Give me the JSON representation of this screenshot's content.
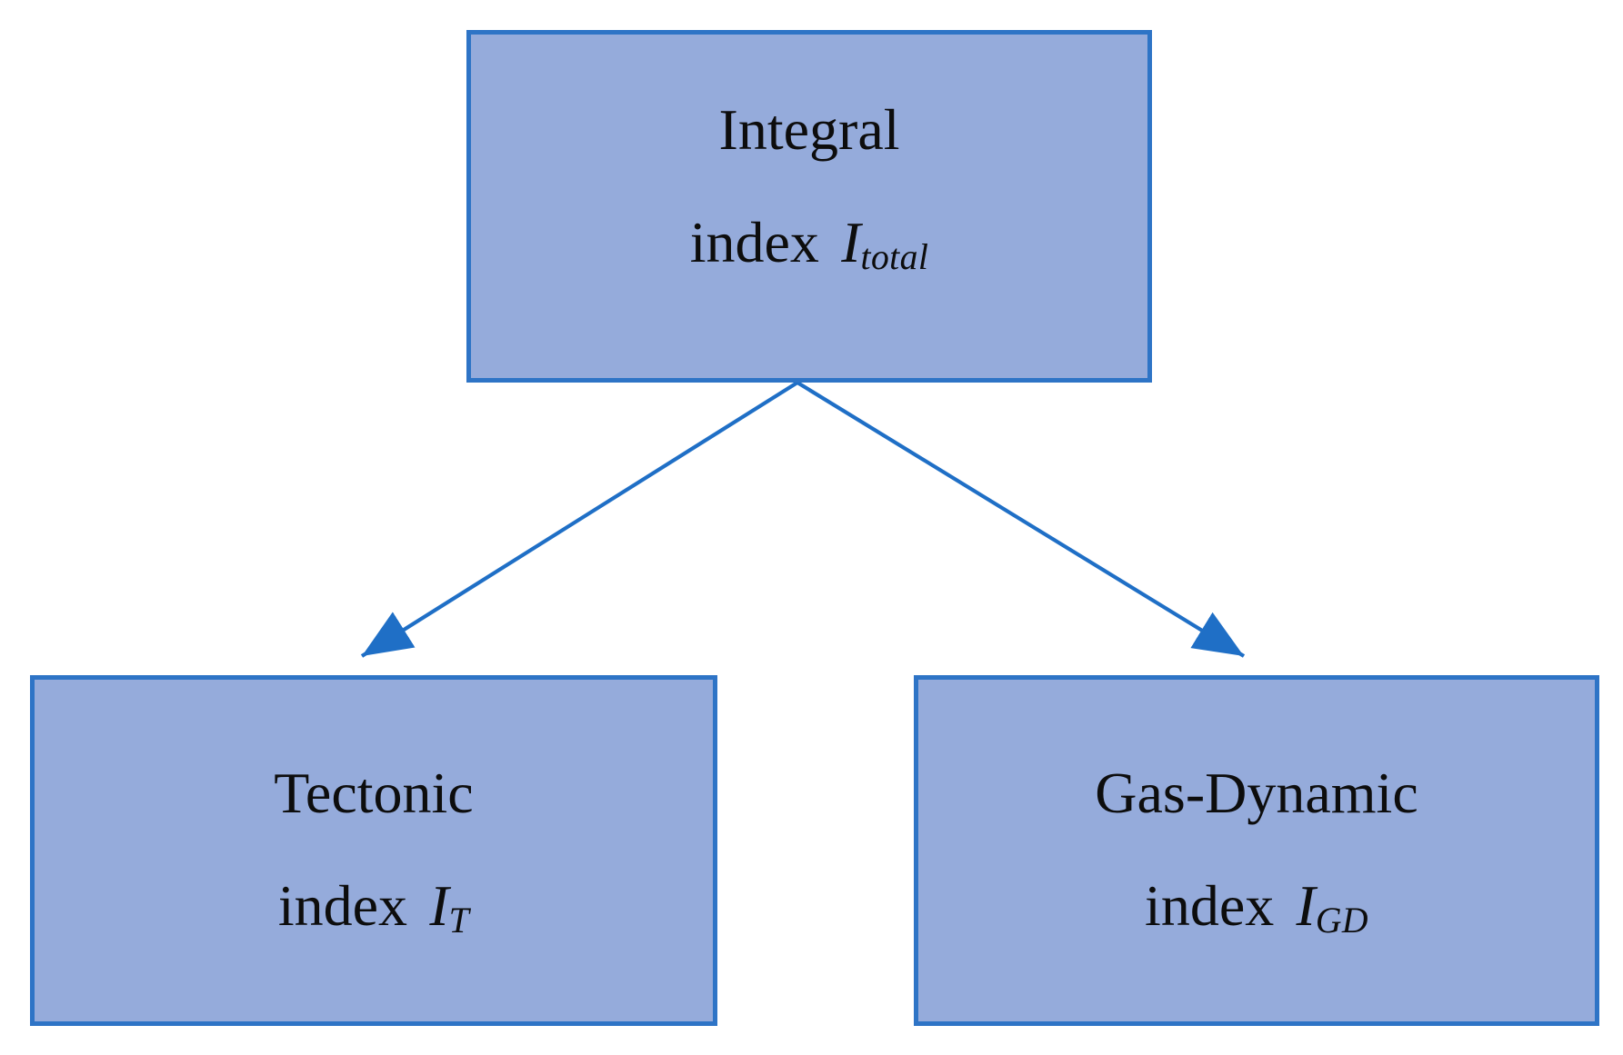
{
  "figure": {
    "type": "flowchart",
    "background": "#ffffff",
    "colors": {
      "node_fill": "#95abdb",
      "node_border": "#2e74c6",
      "arrow": "#1f6fc6",
      "text": "#0d0d0d"
    },
    "nodes": [
      {
        "id": "integral",
        "title": "Integral",
        "index_label": "index",
        "symbol": "I",
        "subscript": "total"
      },
      {
        "id": "tectonic",
        "title": "Tectonic",
        "index_label": "index",
        "symbol": "I",
        "subscript": "T"
      },
      {
        "id": "gas-dynamic",
        "title": "Gas-Dynamic",
        "index_label": "index",
        "symbol": "I",
        "subscript": "GD"
      }
    ],
    "edges": [
      {
        "from": "integral",
        "to": "tectonic"
      },
      {
        "from": "integral",
        "to": "gas-dynamic"
      }
    ]
  }
}
